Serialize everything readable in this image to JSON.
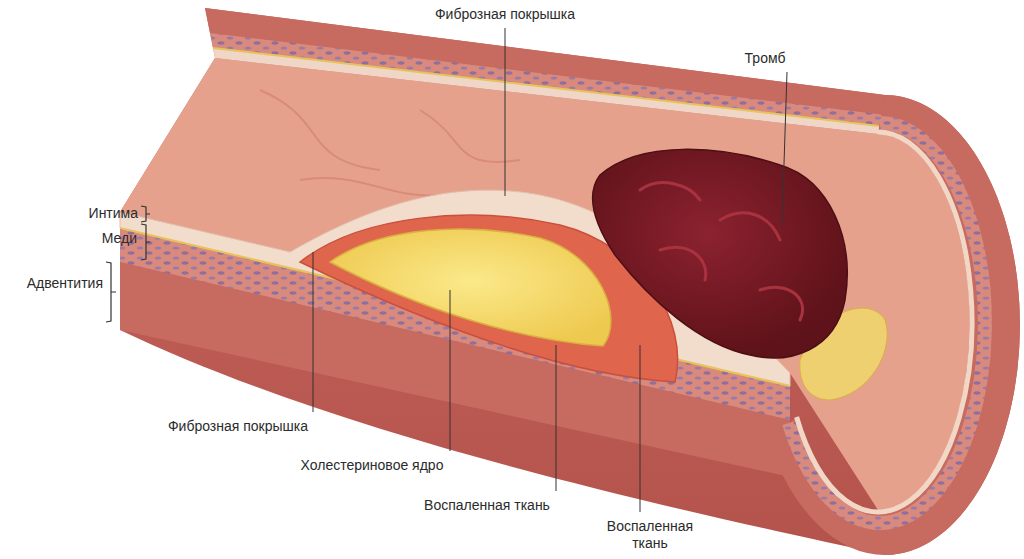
{
  "diagram": {
    "labels": [
      "Фиброзная покрышка",
      "Тромб",
      "Интима",
      "Меди",
      "Адвентития",
      "Фиброзная покрышка",
      "Холестериновое ядро",
      "Воспаленная ткань",
      "Воспаленная ткань"
    ]
  }
}
